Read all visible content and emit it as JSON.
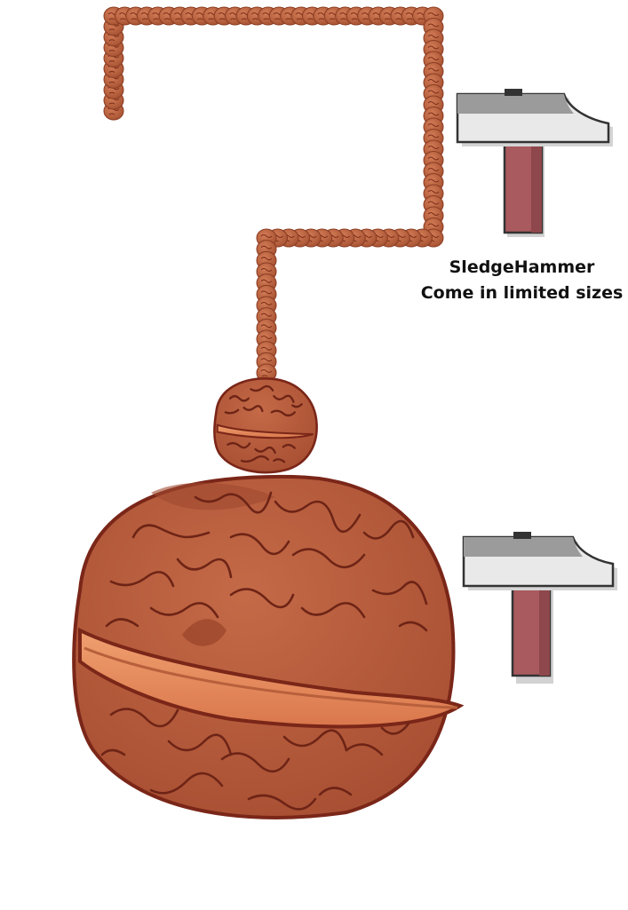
{
  "hammer_caption": {
    "title": "SledgeHammer",
    "subtitle": "Come in limited sizes"
  },
  "colors": {
    "walnut_shell": "#b95d3c",
    "walnut_outline": "#7a2618",
    "walnut_seam": "#e0875a",
    "hammer_head_light": "#e9e9e9",
    "hammer_head_dark": "#9b9b9b",
    "hammer_handle": "#a95a5f",
    "hammer_shadow": "#d4d4d4",
    "bead_chain": "#b86240"
  },
  "icons": {
    "upper_hammer": "sledgehammer-icon",
    "lower_hammer": "sledgehammer-icon",
    "small_walnut": "walnut-icon",
    "large_walnut": "walnut-icon",
    "chain": "bead-chain"
  }
}
